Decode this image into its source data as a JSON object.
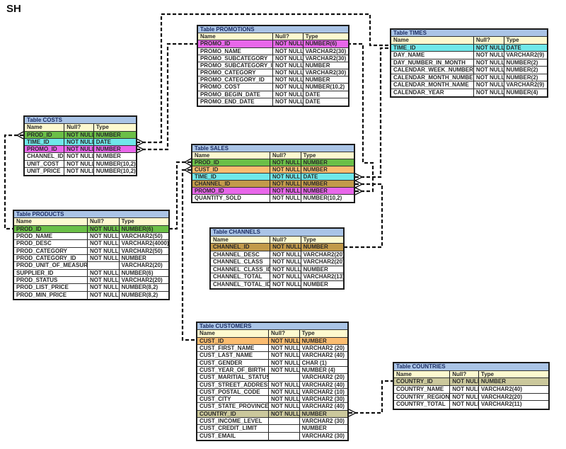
{
  "schema_title": "SH",
  "colors": {
    "title_bar": "#aac4e6",
    "header_row": "#fdf9cf",
    "prod_id": "#6bbf47",
    "time_id": "#6fe8ea",
    "promo_id": "#e867ea",
    "cust_id": "#fbbc70",
    "channel_id": "#c29a4a",
    "country_id": "#cbc89c"
  },
  "column_headers": [
    "Name",
    "Null?",
    "Type"
  ],
  "tables": [
    {
      "id": "promotions",
      "title": "Table PROMOTIONS",
      "rows": [
        {
          "name": "PROMO_ID",
          "null": "NOT NULL",
          "type": "NUMBER(6)",
          "highlight": "promo_id"
        },
        {
          "name": "PROMO_NAME",
          "null": "NOT NULL",
          "type": "VARCHAR2(30)"
        },
        {
          "name": "PROMO_SUBCATEGORY",
          "null": "NOT NULL",
          "type": "VARCHAR2(30)"
        },
        {
          "name": "PROMO_SUBCATEGORY_ID",
          "null": "NOT NULL",
          "type": "NUMBER"
        },
        {
          "name": "PROMO_CATEGORY",
          "null": "NOT NULL",
          "type": "VARCHAR2(30)"
        },
        {
          "name": "PROMO_CATEGORY_ID",
          "null": "NOT NULL",
          "type": "NUMBER"
        },
        {
          "name": "PROMO_COST",
          "null": "NOT NULL",
          "type": "NUMBER(10,2)"
        },
        {
          "name": "PROMO_BEGIN_DATE",
          "null": "NOT NULL",
          "type": "DATE"
        },
        {
          "name": "PROMO_END_DATE",
          "null": "NOT NULL",
          "type": "DATE"
        }
      ]
    },
    {
      "id": "times",
      "title": "Table TIMES",
      "rows": [
        {
          "name": "TIME_ID",
          "null": "NOT NULL",
          "type": "DATE",
          "highlight": "time_id"
        },
        {
          "name": "DAY_NAME",
          "null": "NOT NULL",
          "type": "VARCHAR2(9)"
        },
        {
          "name": "DAY_NUMBER_IN_MONTH",
          "null": "NOT NULL",
          "type": "NUMBER(2)"
        },
        {
          "name": "CALENDAR_WEEK_NUMBER",
          "null": "NOT NULL",
          "type": "NUMBER(2)"
        },
        {
          "name": "CALENDAR_MONTH_NUMBER",
          "null": "NOT NULL",
          "type": "NUMBER(2)"
        },
        {
          "name": "CALENDAR_MONTH_NAME",
          "null": "NOT NULL",
          "type": "VARCHAR2(9)"
        },
        {
          "name": "CALENDAR_YEAR",
          "null": "NOT NULL",
          "type": "NUMBER(4)"
        }
      ]
    },
    {
      "id": "costs",
      "title": "Table COSTS",
      "rows": [
        {
          "name": "PROD_ID",
          "null": "NOT NULL",
          "type": "NUMBER",
          "highlight": "prod_id"
        },
        {
          "name": "TIME_ID",
          "null": "NOT NULL",
          "type": "DATE",
          "highlight": "time_id"
        },
        {
          "name": "PROMO_ID",
          "null": "NOT NULL",
          "type": "NUMBER",
          "highlight": "promo_id"
        },
        {
          "name": "CHANNEL_ID",
          "null": "NOT NULL",
          "type": "NUMBER"
        },
        {
          "name": "UNIT_COST",
          "null": "NOT NULL",
          "type": "NUMBER(10,2)"
        },
        {
          "name": "UNIT_PRICE",
          "null": "NOT NULL",
          "type": "NUMBER(10,2)"
        }
      ]
    },
    {
      "id": "sales",
      "title": "Table SALES",
      "rows": [
        {
          "name": "PROD_ID",
          "null": "NOT NULL",
          "type": "NUMBER",
          "highlight": "prod_id"
        },
        {
          "name": "CUST_ID",
          "null": "NOT NULL",
          "type": "NUMBER",
          "highlight": "cust_id"
        },
        {
          "name": "TIME_ID",
          "null": "NOT NULL",
          "type": "DATE",
          "highlight": "time_id"
        },
        {
          "name": "CHANNEL_ID",
          "null": "NOT NULL",
          "type": "NUMBER",
          "highlight": "channel_id"
        },
        {
          "name": "PROMO_ID",
          "null": "NOT NULL",
          "type": "NUMBER",
          "highlight": "promo_id"
        },
        {
          "name": "QUANTITY_SOLD",
          "null": "NOT NULL",
          "type": "NUMBER(10,2)"
        }
      ]
    },
    {
      "id": "products",
      "title": "Table PRODUCTS",
      "rows": [
        {
          "name": "PROD_ID",
          "null": "NOT NULL",
          "type": "NUMBER(6)",
          "highlight": "prod_id"
        },
        {
          "name": "PROD_NAME",
          "null": "NOT NULL",
          "type": "VARCHAR2(50)"
        },
        {
          "name": "PROD_DESC",
          "null": "NOT NULL",
          "type": "VARCHAR2(4000)"
        },
        {
          "name": "PROD_CATEGORY",
          "null": "NOT NULL",
          "type": "VARCHAR2(50)"
        },
        {
          "name": "PROD_CATEGORY_ID",
          "null": "NOT NULL",
          "type": "NUMBER"
        },
        {
          "name": "PROD_UNIT_OF_MEASURE",
          "null": "",
          "type": "VARCHAR2(20)"
        },
        {
          "name": "SUPPLIER_ID",
          "null": "NOT NULL",
          "type": "NUMBER(6)"
        },
        {
          "name": "PROD_STATUS",
          "null": "NOT NULL",
          "type": "VARCHAR2(20)"
        },
        {
          "name": "PROD_LIST_PRICE",
          "null": "NOT NULL",
          "type": "NUMBER(8,2)"
        },
        {
          "name": "PROD_MIN_PRICE",
          "null": "NOT NULL",
          "type": "NUMBER(8,2)"
        }
      ]
    },
    {
      "id": "channels",
      "title": "Table CHANNELS",
      "rows": [
        {
          "name": "CHANNEL_ID",
          "null": "NOT NULL",
          "type": "NUMBER",
          "highlight": "channel_id"
        },
        {
          "name": "CHANNEL_DESC",
          "null": "NOT NULL",
          "type": "VARCHAR2(20)"
        },
        {
          "name": "CHANNEL_CLASS",
          "null": "NOT NULL",
          "type": "VARCHAR2(20)"
        },
        {
          "name": "CHANNEL_CLASS_ID",
          "null": "NOT NULL",
          "type": "NUMBER"
        },
        {
          "name": "CHANNEL_TOTAL",
          "null": "NOT NULL",
          "type": "VARCHAR2(13)"
        },
        {
          "name": "CHANNEL_TOTAL_ID",
          "null": "NOT NULL",
          "type": "NUMBER"
        }
      ]
    },
    {
      "id": "customers",
      "title": "Table CUSTOMERS",
      "rows": [
        {
          "name": "CUST_ID",
          "null": "NOT NULL",
          "type": "NUMBER",
          "highlight": "cust_id"
        },
        {
          "name": "CUST_FIRST_NAME",
          "null": "NOT NULL",
          "type": "VARCHAR2 (20)"
        },
        {
          "name": "CUST_LAST_NAME",
          "null": "NOT NULL",
          "type": "VARCHAR2 (40)"
        },
        {
          "name": "CUST_GENDER",
          "null": "NOT NULL",
          "type": "CHAR (1)"
        },
        {
          "name": "CUST_YEAR_OF_BIRTH",
          "null": "NOT NULL",
          "type": "NUMBER (4)"
        },
        {
          "name": "CUST_MARITIAL_STATUS",
          "null": "",
          "type": "VARCHAR2 (20)"
        },
        {
          "name": "CUST_STREET_ADDRESS",
          "null": "NOT NULL",
          "type": "VARCHAR2 (40)"
        },
        {
          "name": "CUST_POSTAL_CODE",
          "null": "NOT NULL",
          "type": "VARCHAR2 (10)"
        },
        {
          "name": "CUST_CITY",
          "null": "NOT NULL",
          "type": "VARCHAR2 (30)"
        },
        {
          "name": "CUST_STATE_PROVINCE",
          "null": "NOT NULL",
          "type": "VARCHAR2 (40)"
        },
        {
          "name": "COUNTRY_ID",
          "null": "NOT NULL",
          "type": "NUMBER",
          "highlight": "country_id"
        },
        {
          "name": "CUST_INCOME_LEVEL",
          "null": "",
          "type": "VARCHAR2 (30)"
        },
        {
          "name": "CUST_CREDIT_LIMIT",
          "null": "",
          "type": "NUMBER"
        },
        {
          "name": "CUST_EMAIL",
          "null": "",
          "type": "VARCHAR2 (30)"
        }
      ]
    },
    {
      "id": "countries",
      "title": "Table COUNTRIES",
      "rows": [
        {
          "name": "COUNTRY_ID",
          "null": "NOT NULL",
          "type": "NUMBER",
          "highlight": "country_id"
        },
        {
          "name": "COUNTRY_NAME",
          "null": "NOT NULL",
          "type": "VARCHAR2(40)"
        },
        {
          "name": "COUNTRY_REGION",
          "null": "NOT NULL",
          "type": "VARCHAR2(20)"
        },
        {
          "name": "COUNTRY_TOTAL",
          "null": "NOT NULL",
          "type": "VARCHAR2(11)"
        }
      ]
    }
  ]
}
